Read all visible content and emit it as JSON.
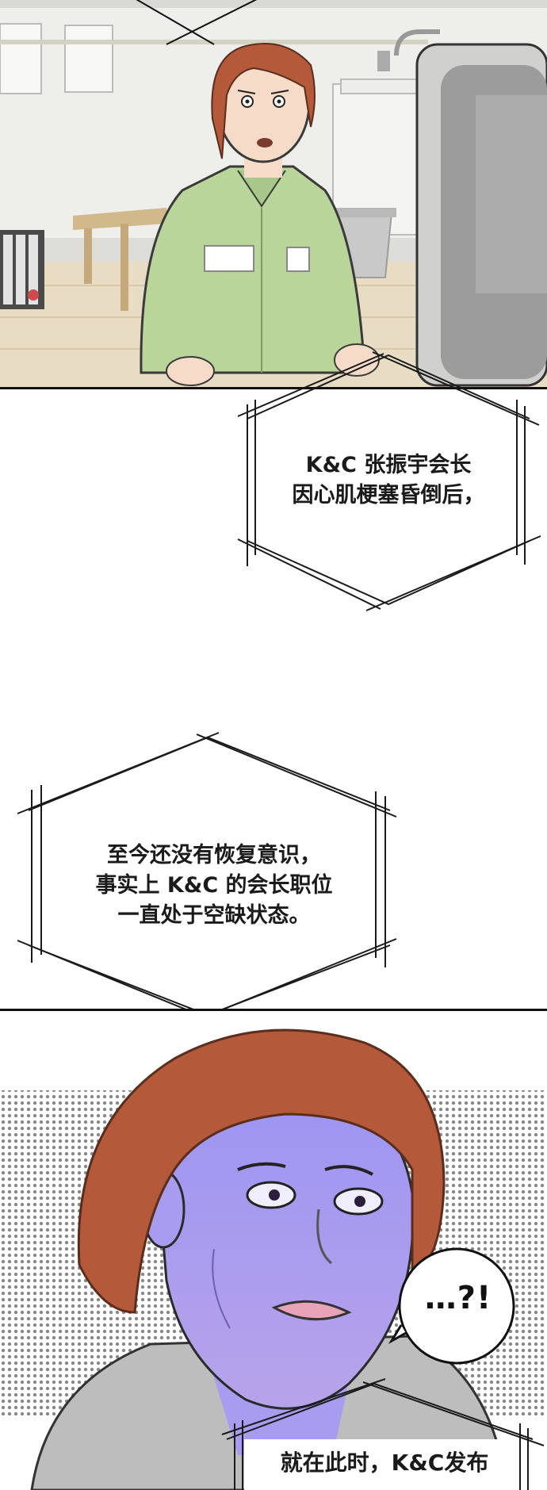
{
  "captions": {
    "first": {
      "lines": [
        "K&C 张振宇会长",
        "因心肌梗塞昏倒后，"
      ]
    },
    "second": {
      "lines": [
        "至今还没有恢复意识，",
        "事实上 K&C 的会长职位",
        "一直处于空缺状态。"
      ]
    },
    "third": {
      "lines": [
        "就在此时，K&C发布"
      ]
    }
  },
  "speech_bubble": {
    "text": "…?!"
  },
  "colors": {
    "hair": "#b45a3a",
    "uniform": "#b9d59a",
    "skin_top": "#f6dcc8",
    "skin_bottom": "#a79cf0",
    "frame_line": "#111111"
  }
}
